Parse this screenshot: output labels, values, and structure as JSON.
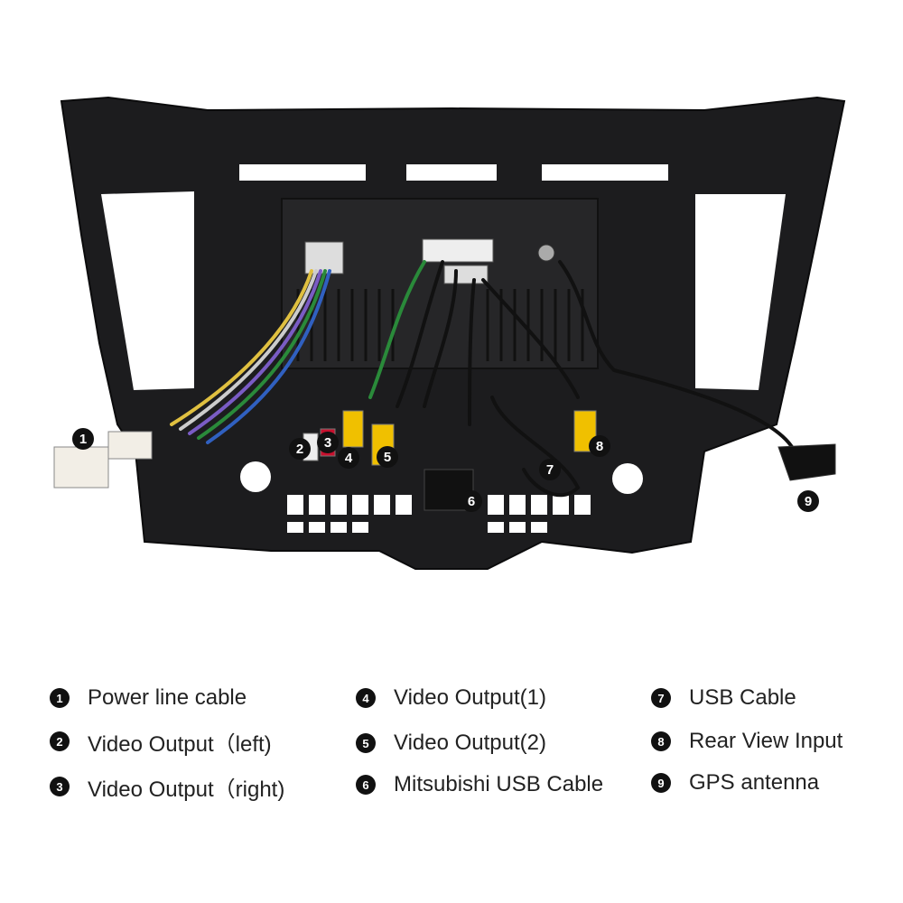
{
  "colors": {
    "unit_body": "#1c1c1e",
    "background": "#ffffff",
    "marker": "#111111",
    "connector_yellow": "#f0c000",
    "connector_red": "#c8102e",
    "connector_white": "#eeeeee"
  },
  "markers": [
    "1",
    "2",
    "3",
    "4",
    "5",
    "6",
    "7",
    "8",
    "9"
  ],
  "legend": [
    {
      "num": "1",
      "label": "Power line cable"
    },
    {
      "num": "2",
      "label": "Video Output（left)"
    },
    {
      "num": "3",
      "label": "Video Output（right)"
    },
    {
      "num": "4",
      "label": "Video Output(1)"
    },
    {
      "num": "5",
      "label": "Video Output(2)"
    },
    {
      "num": "6",
      "label": "Mitsubishi USB Cable"
    },
    {
      "num": "7",
      "label": "USB Cable"
    },
    {
      "num": "8",
      "label": "Rear View Input"
    },
    {
      "num": "9",
      "label": "GPS antenna"
    }
  ]
}
